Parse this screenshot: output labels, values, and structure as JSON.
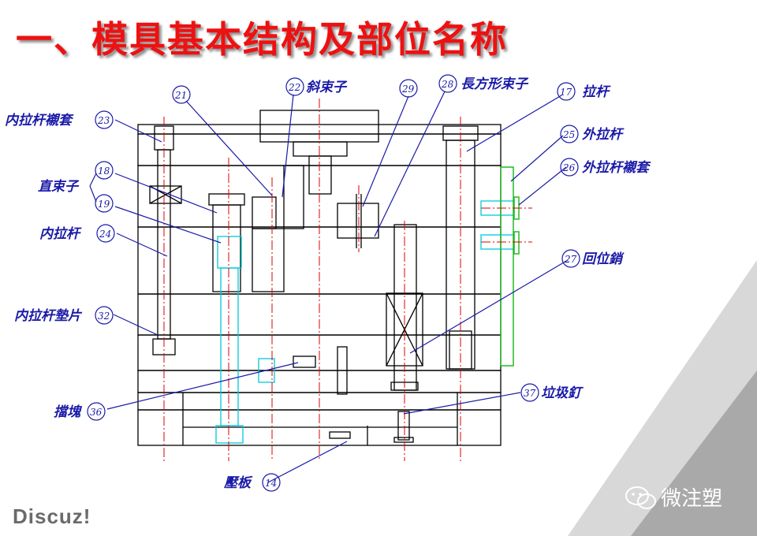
{
  "title": "一、模具基本结构及部位名称",
  "labels": [
    {
      "id": "nei-la-gan-chen-tao",
      "text": "内拉杆襯套",
      "num": "23"
    },
    {
      "id": "zhi-shu-zi",
      "text": "直束子",
      "num": ""
    },
    {
      "id": "n18",
      "text": "",
      "num": "18"
    },
    {
      "id": "n19",
      "text": "",
      "num": "19"
    },
    {
      "id": "nei-la-gan",
      "text": "内拉杆",
      "num": "24"
    },
    {
      "id": "nei-la-gan-dian-pian",
      "text": "内拉杆墊片",
      "num": "32"
    },
    {
      "id": "dang-kuai",
      "text": "擋塊",
      "num": "36"
    },
    {
      "id": "ya-ban",
      "text": "壓板",
      "num": "14"
    },
    {
      "id": "n21",
      "text": "",
      "num": "21"
    },
    {
      "id": "xie-shu-zi",
      "text": "斜束子",
      "num": "22"
    },
    {
      "id": "n29",
      "text": "",
      "num": "29"
    },
    {
      "id": "chang-fang-xing-shu-zi",
      "text": "長方形束子",
      "num": "28"
    },
    {
      "id": "la-gan",
      "text": "拉杆",
      "num": "17"
    },
    {
      "id": "wai-la-gan",
      "text": "外拉杆",
      "num": "25"
    },
    {
      "id": "wai-la-gan-chen-tao",
      "text": "外拉杆襯套",
      "num": "26"
    },
    {
      "id": "hui-wei-xiao",
      "text": "回位銷",
      "num": "27"
    },
    {
      "id": "la-ji-ding",
      "text": "垃圾釘",
      "num": "37"
    }
  ],
  "watermarks": {
    "left": "Discuz!",
    "right": "微注塑"
  },
  "colors": {
    "title": "#ee1111",
    "label": "#1a1aa8",
    "outline": "#000000",
    "centerline": "#dd0000",
    "cyan": "#00c8d8",
    "green": "#22bb22"
  }
}
